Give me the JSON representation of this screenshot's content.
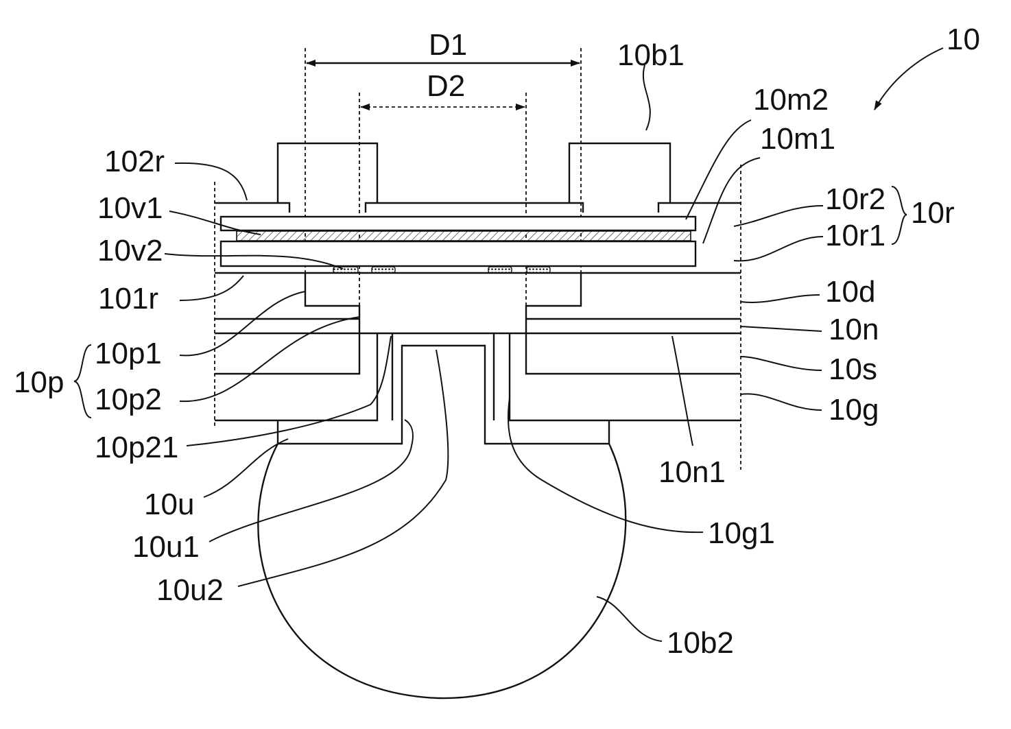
{
  "diagram": {
    "reference_numeral": "10",
    "dimensions": {
      "d1": "D1",
      "d2": "D2"
    },
    "labels": {
      "l10b1": "10b1",
      "l10m2": "10m2",
      "l10m1": "10m1",
      "l102r": "102r",
      "l10v1": "10v1",
      "l10v2": "10v2",
      "l10r2": "10r2",
      "l10r1": "10r1",
      "l10r": "10r",
      "l101r": "101r",
      "l10d": "10d",
      "l10n": "10n",
      "l10p": "10p",
      "l10p1": "10p1",
      "l10p2": "10p2",
      "l10s": "10s",
      "l10g": "10g",
      "l10p21": "10p21",
      "l10n1": "10n1",
      "l10u": "10u",
      "l10g1": "10g1",
      "l10u1": "10u1",
      "l10u2": "10u2",
      "l10b2": "10b2"
    }
  }
}
